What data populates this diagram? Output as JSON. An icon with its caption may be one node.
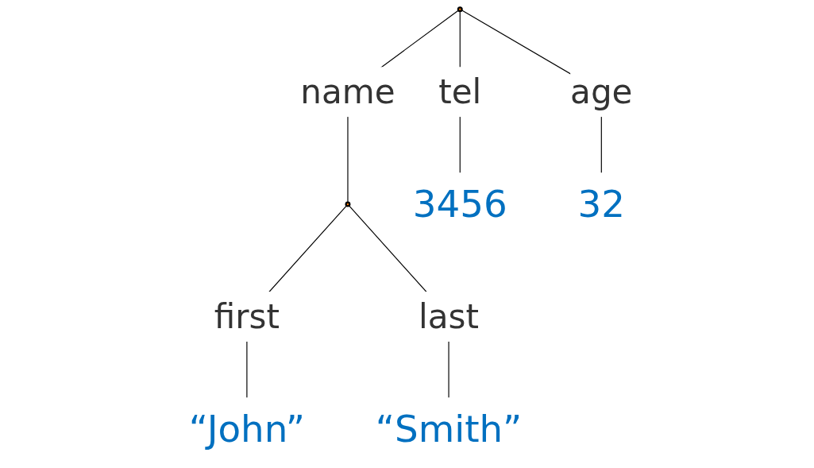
{
  "diagram": {
    "nodes": [
      {
        "text": [],
        "shape": "circle"
      },
      {
        "text": [],
        "shape": "circle"
      },
      {
        "text": [
          "3456"
        ]
      },
      {
        "text": [
          "32"
        ]
      },
      {
        "text": [
          "“John”"
        ]
      },
      {
        "text": [
          "“Smith”"
        ]
      }
    ],
    "edges": [
      {
        "from": 0,
        "to": 1,
        "arrow": "none",
        "label": "name"
      },
      {
        "from": 0,
        "to": 2,
        "arrow": "none",
        "label": "tel"
      },
      {
        "from": 0,
        "to": 3,
        "arrow": "none",
        "label": "age"
      },
      {
        "from": 1,
        "to": 4,
        "arrow": "none",
        "label": "first"
      },
      {
        "from": 1,
        "to": 5,
        "arrow": "none",
        "label": "last"
      }
    ]
  }
}
